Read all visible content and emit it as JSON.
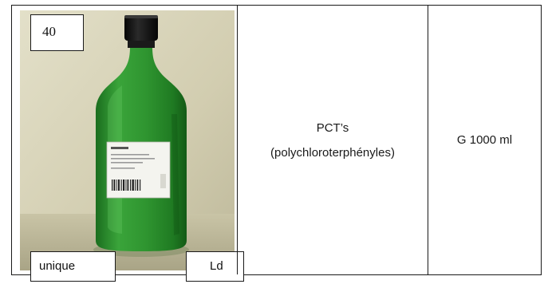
{
  "photo_labels": {
    "number": "40",
    "quantity": "unique",
    "code": "Ld"
  },
  "substance": {
    "line1": "PCT’s",
    "line2": "(polychloroterphényles)"
  },
  "container": "G 1000 ml",
  "colors": {
    "bottle_green": "#2c8f2c",
    "cap": "#141414",
    "wall": "#d6d2b8",
    "border": "#1a1a1a"
  }
}
